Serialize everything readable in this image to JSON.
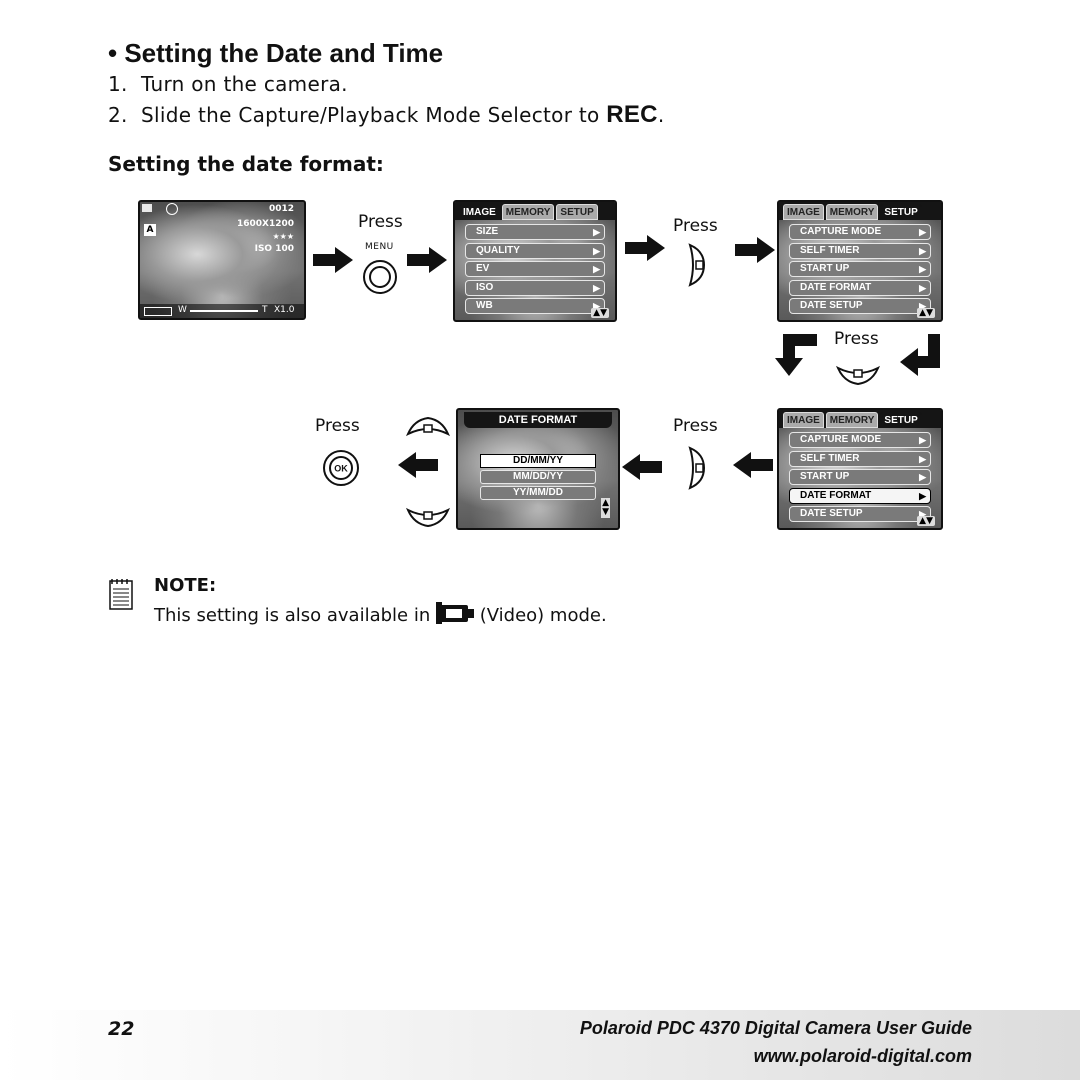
{
  "header": {
    "bullet": "•",
    "title": "Setting the Date and Time"
  },
  "steps": [
    {
      "num": "1.",
      "text": "Turn on the camera."
    },
    {
      "num": "2.",
      "text": "Slide the Capture/Playback Mode Selector to",
      "mode": "REC",
      "tail": "."
    }
  ],
  "subheading": "Setting the date format:",
  "preview": {
    "counter": "0012",
    "resolution": "1600X1200",
    "quality": "★★★",
    "iso": "ISO 100",
    "zoom_w": "W",
    "zoom_t": "T",
    "zoom_value": "X1.0"
  },
  "controls": {
    "press": "Press",
    "menu": "MENU",
    "ok": "OK"
  },
  "menu_image": {
    "tabs": [
      "IMAGE",
      "MEMORY",
      "SETUP"
    ],
    "active_tab": "IMAGE",
    "items": [
      "SIZE",
      "QUALITY",
      "EV",
      "ISO",
      "WB"
    ]
  },
  "menu_setup_1": {
    "tabs": [
      "IMAGE",
      "MEMORY",
      "SETUP"
    ],
    "active_tab": "SETUP",
    "items": [
      "CAPTURE MODE",
      "SELF TIMER",
      "START UP",
      "DATE FORMAT",
      "DATE SETUP"
    ]
  },
  "menu_setup_2": {
    "tabs": [
      "IMAGE",
      "MEMORY",
      "SETUP"
    ],
    "active_tab": "SETUP",
    "items": [
      "CAPTURE MODE",
      "SELF TIMER",
      "START UP",
      "DATE FORMAT",
      "DATE SETUP"
    ],
    "selected": "DATE FORMAT"
  },
  "date_format_menu": {
    "title": "DATE FORMAT",
    "options": [
      "DD/MM/YY",
      "MM/DD/YY",
      "YY/MM/DD"
    ],
    "selected": "DD/MM/YY"
  },
  "note": {
    "title": "NOTE:",
    "text_before": "This setting is also available in",
    "text_after": "(Video) mode."
  },
  "footer": {
    "page_number": "22",
    "guide_title": "Polaroid PDC 4370 Digital Camera User Guide",
    "url": "www.polaroid-digital.com"
  }
}
